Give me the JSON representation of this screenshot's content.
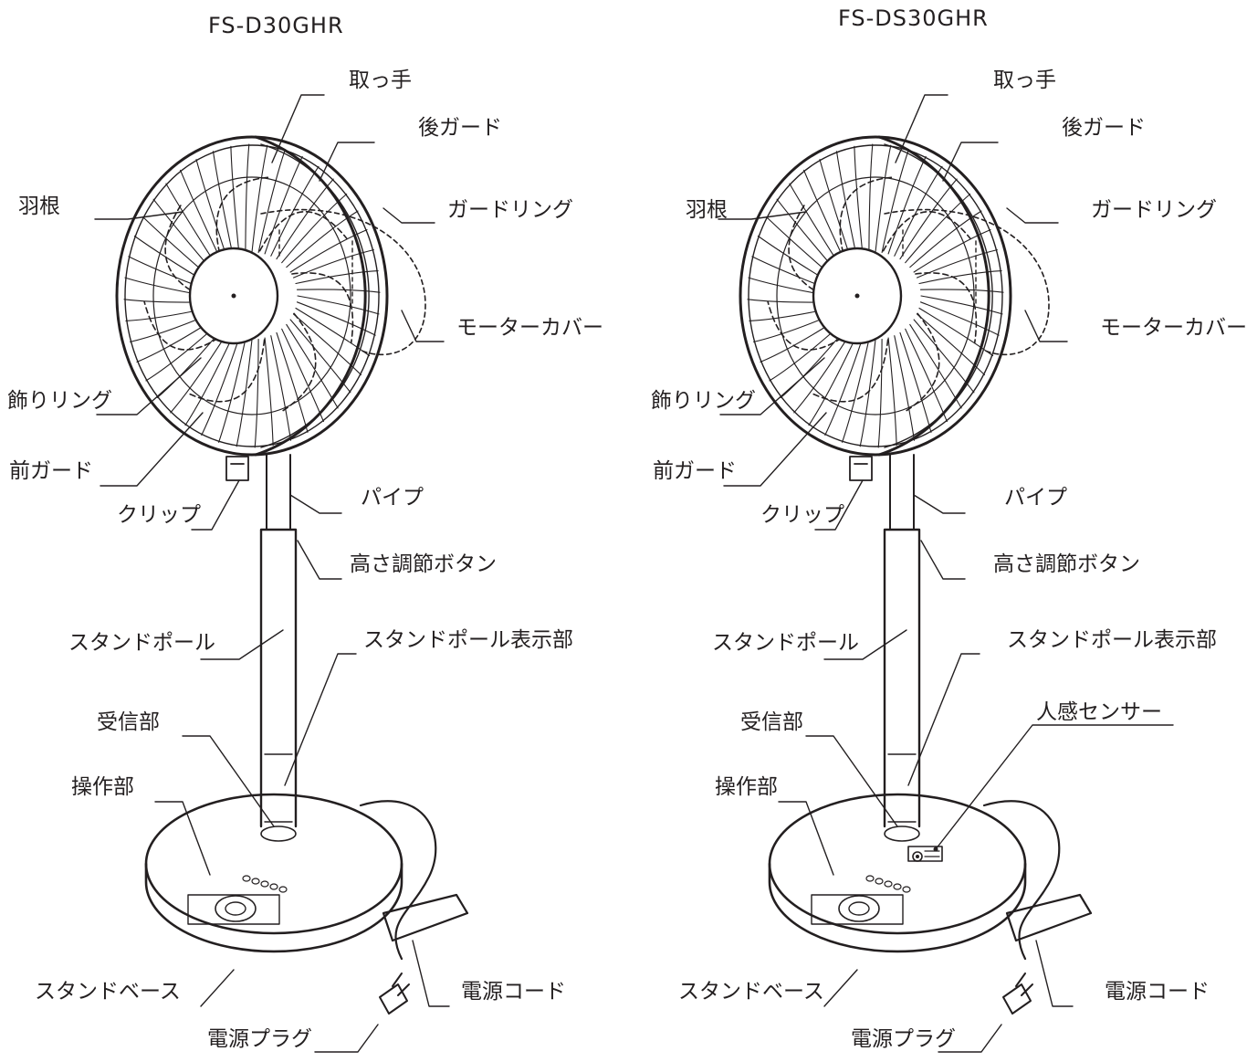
{
  "diagrams": [
    {
      "model": "FS-D30GHR",
      "labels": {
        "handle": "取っ手",
        "rear_guard": "後ガード",
        "blade": "羽根",
        "guard_ring": "ガードリング",
        "motor_cover": "モーターカバー",
        "decor_ring": "飾りリング",
        "front_guard": "前ガード",
        "clip": "クリップ",
        "pipe": "パイプ",
        "height_button": "高さ調節ボタン",
        "stand_pole": "スタンドポール",
        "pole_display": "スタンドポール表示部",
        "receiver": "受信部",
        "controls": "操作部",
        "stand_base": "スタンドベース",
        "power_cord": "電源コード",
        "power_plug": "電源プラグ"
      }
    },
    {
      "model": "FS-DS30GHR",
      "labels": {
        "handle": "取っ手",
        "rear_guard": "後ガード",
        "blade": "羽根",
        "guard_ring": "ガードリング",
        "motor_cover": "モーターカバー",
        "decor_ring": "飾りリング",
        "front_guard": "前ガード",
        "clip": "クリップ",
        "pipe": "パイプ",
        "height_button": "高さ調節ボタン",
        "stand_pole": "スタンドポール",
        "pole_display": "スタンドポール表示部",
        "human_sensor": "人感センサー",
        "receiver": "受信部",
        "controls": "操作部",
        "stand_base": "スタンドベース",
        "power_cord": "電源コード",
        "power_plug": "電源プラグ"
      }
    }
  ]
}
